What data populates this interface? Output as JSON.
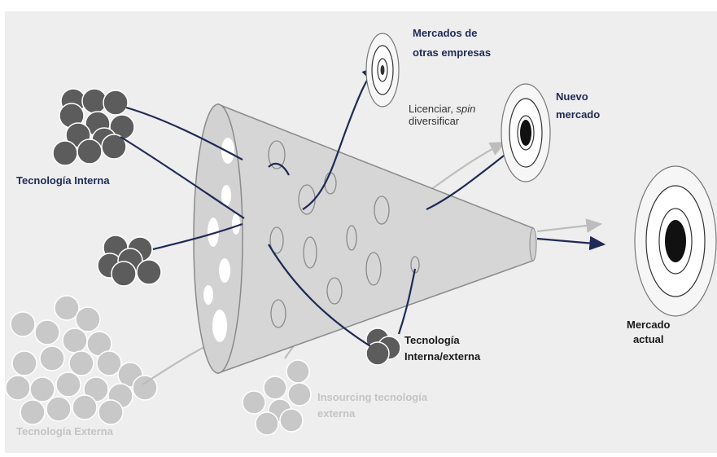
{
  "labels": {
    "otros_mercados": [
      "Mercados de",
      "otras empresas"
    ],
    "licenciar": {
      "word": "Licenciar,",
      "spin": "spin",
      "line2": "diversificar"
    },
    "nuevo_mercado": [
      "Nuevo",
      "mercado"
    ],
    "mercado_actual": [
      "Mercado",
      "actual"
    ],
    "tecnologia_interna": "Tecnología Interna",
    "tecnologia_interna_externa": [
      "Tecnología",
      "Interna/externa"
    ],
    "insourcing": [
      "Insourcing tecnología",
      "externa"
    ],
    "tecnologia_externa": "Tecnología Externa"
  },
  "colors": {
    "background_panel": "#eeeeee",
    "funnel": "#d6d6d6",
    "funnel_outline": "#8a8a8a",
    "internal_cluster": "#5c5c5c",
    "external_cluster": "#c8c8c8",
    "arrow_navy": "#1f2a56",
    "arrow_pale": "#bdbdbd",
    "target_center": "#111111"
  }
}
